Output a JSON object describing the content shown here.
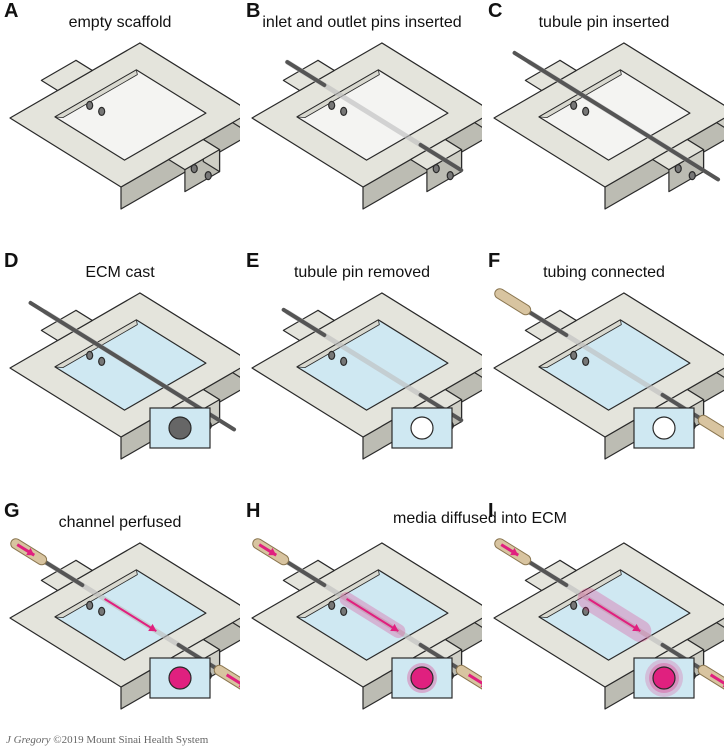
{
  "panels": [
    {
      "letter": "A",
      "title": "empty scaffold",
      "stage": 0
    },
    {
      "letter": "B",
      "title": "inlet and outlet pins inserted",
      "stage": 1
    },
    {
      "letter": "C",
      "title": "tubule pin inserted",
      "stage": 2
    },
    {
      "letter": "D",
      "title": "ECM cast",
      "stage": 3,
      "inset": "filled"
    },
    {
      "letter": "E",
      "title": "tubule pin removed",
      "stage": 4,
      "inset": "open"
    },
    {
      "letter": "F",
      "title": "tubing connected",
      "stage": 5,
      "inset": "open"
    },
    {
      "letter": "G",
      "title": "channel perfused",
      "stage": 6,
      "inset": "perfused"
    },
    {
      "letter": "H",
      "title": "",
      "stage": 7,
      "inset": "diffusing"
    },
    {
      "letter": "I",
      "title": "",
      "stage": 8,
      "inset": "diffused"
    }
  ],
  "shared_title": "media diffused into ECM",
  "credit": {
    "author": "J Gregory",
    "text": "©2019 Mount Sinai Health System"
  },
  "colors": {
    "scaffold_top": "#e4e4dc",
    "scaffold_side": "#cfcfc6",
    "scaffold_front": "#bcbcb3",
    "outline": "#2a2a2a",
    "ecm": "#cfe8f2",
    "empty_well": "#f4f4f2",
    "pin": "#555555",
    "tubing": "#d8c4a0",
    "media": "#e0207f"
  }
}
